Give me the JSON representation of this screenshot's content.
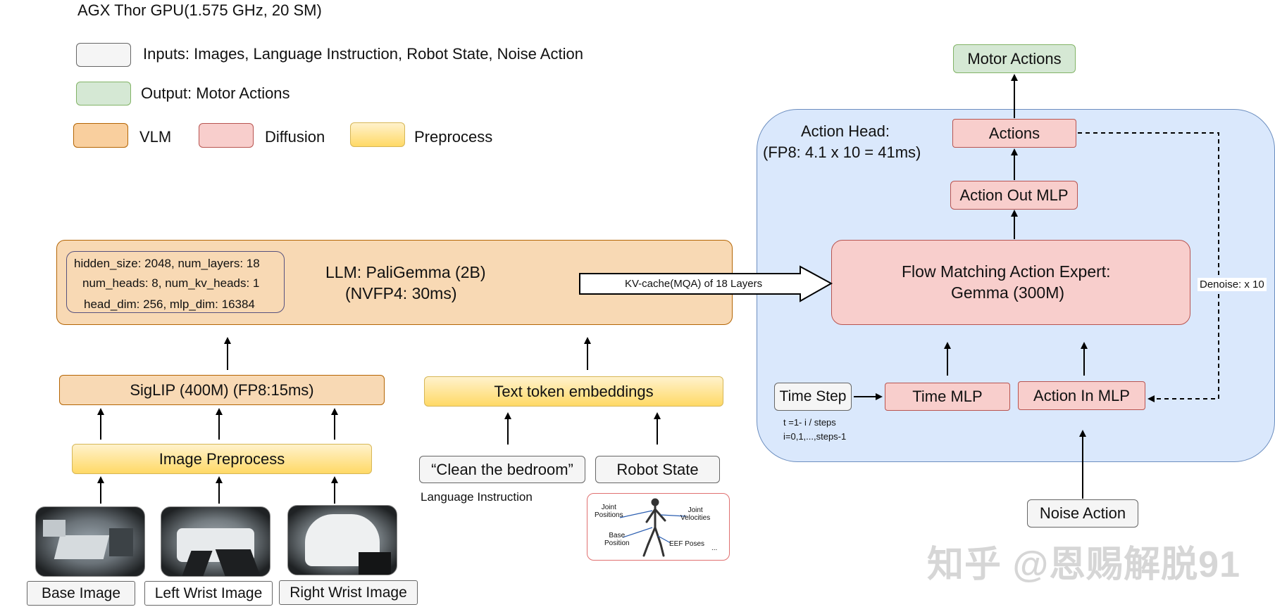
{
  "title": "AGX Thor GPU(1.575 GHz, 20 SM)",
  "legend": {
    "inputs": "Inputs: Images, Language Instruction,  Robot State, Noise Action",
    "output": "Output: Motor Actions",
    "vlm": "VLM",
    "diffusion": "Diffusion",
    "preprocess": "Preprocess"
  },
  "colors": {
    "input_fill": "#f5f5f5",
    "output_fill": "#d5e8d4",
    "vlm_fill": "#f9cf9e",
    "diffusion_fill": "#f8cecc",
    "preprocess_fill": "#ffd966",
    "action_head_fill": "#dae8fc",
    "action_head_border": "#6c8ebf"
  },
  "llm": {
    "config_line1": "hidden_size: 2048, num_layers: 18",
    "config_line2": "num_heads: 8, num_kv_heads: 1",
    "config_line3": "head_dim: 256, mlp_dim: 16384",
    "name": "LLM: PaliGemma (2B)",
    "latency": "(NVFP4: 30ms)"
  },
  "kv_cache": "KV-cache(MQA) of 18 Layers",
  "siglip": "SigLIP (400M)  (FP8:15ms)",
  "image_preprocess": "Image Preprocess",
  "text_embeddings": "Text token embeddings",
  "language_instruction": {
    "value": "“Clean the bedroom”",
    "caption": "Language Instruction"
  },
  "robot_state": {
    "label": "Robot State",
    "figure_labels": {
      "joint_positions": "Joint\nPositions",
      "joint_velocities": "Joint\nVelocities",
      "base_position": "Base\nPosition",
      "eef_poses": "EEF Poses",
      "more": "..."
    }
  },
  "images": [
    {
      "label": "Base Image"
    },
    {
      "label": "Left Wrist Image"
    },
    {
      "label": "Right Wrist Image"
    }
  ],
  "action_head": {
    "title_line1": "Action Head:",
    "title_line2": "(FP8: 4.1 x 10 = 41ms)",
    "motor_actions": "Motor Actions",
    "actions": "Actions",
    "action_out_mlp": "Action Out MLP",
    "expert_line1": "Flow Matching Action Expert:",
    "expert_line2": "Gemma (300M)",
    "denoise": "Denoise: x 10",
    "time_step": "Time Step",
    "time_mlp": "Time MLP",
    "action_in_mlp": "Action In MLP",
    "time_formula_line1": "t =1- i / steps",
    "time_formula_line2": "i=0,1,...,steps-1",
    "noise_action": "Noise Action"
  },
  "watermark": "知乎 @恩赐解脱91"
}
